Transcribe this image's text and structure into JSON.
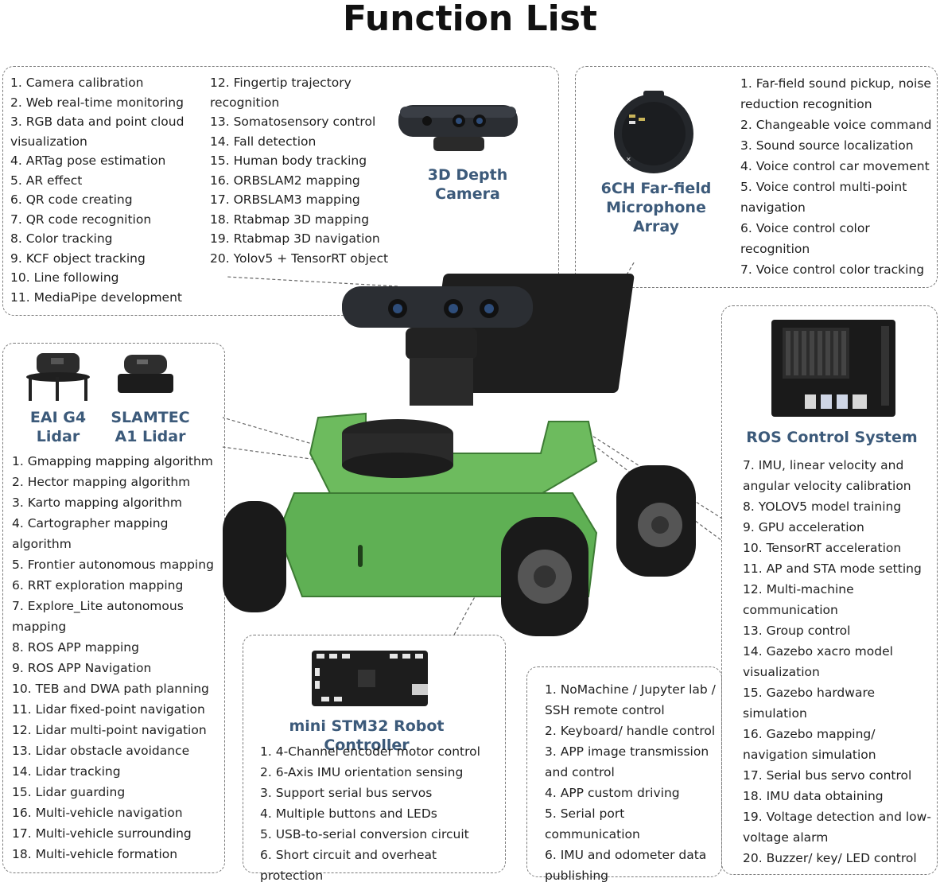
{
  "title": "Function List",
  "colors": {
    "heading_blue": "#3c5a7a",
    "robot_green": "#6dbb5e",
    "box_border": "#7a7a7a"
  },
  "software": {
    "col1": [
      "1. Camera calibration",
      "2. Web real-time monitoring",
      "3. RGB data and point cloud visualization",
      "4. ARTag pose estimation",
      "5. AR effect",
      "6. QR code creating",
      "7. QR code recognition",
      "8. Color tracking",
      "9. KCF object tracking",
      "10. Line following",
      "11. MediaPipe development"
    ],
    "col2": [
      "12. Fingertip trajectory recognition",
      "13. Somatosensory control",
      "14. Fall detection",
      "15. Human body tracking",
      "16. ORBSLAM2 mapping",
      "17. ORBSLAM3 mapping",
      "18. Rtabmap 3D mapping",
      "19. Rtabmap 3D navigation",
      "20. Yolov5 + TensorRT object"
    ]
  },
  "depth_camera": {
    "label": "3D Depth Camera"
  },
  "microphone": {
    "label": "6CH Far-field Microphone Array",
    "items": [
      "1. Far-field sound pickup, noise reduction recognition",
      "2. Changeable voice command",
      "3. Sound source localization",
      "4. Voice control car movement",
      "5. Voice control multi-point navigation",
      "6. Voice control color recognition",
      "7. Voice control color tracking"
    ]
  },
  "lidar": {
    "label_a": "EAI G4 Lidar",
    "label_b": "SLAMTEC A1 Lidar",
    "items": [
      "1. Gmapping mapping algorithm",
      "2. Hector mapping algorithm",
      "3. Karto mapping algorithm",
      "4. Cartographer mapping algorithm",
      "5. Frontier autonomous mapping",
      "6. RRT exploration mapping",
      "7. Explore_Lite autonomous mapping",
      "8. ROS APP mapping",
      "9. ROS APP Navigation",
      "10. TEB and DWA path planning",
      "11. Lidar fixed-point navigation",
      "12. Lidar multi-point navigation",
      "13. Lidar obstacle avoidance",
      "14. Lidar tracking",
      "15. Lidar guarding",
      "16. Multi-vehicle navigation",
      "17. Multi-vehicle surrounding",
      "18. Multi-vehicle formation"
    ]
  },
  "ros": {
    "label": "ROS Control System",
    "items": [
      "7. IMU, linear velocity and angular velocity calibration",
      "8. YOLOV5 model training",
      "9. GPU acceleration",
      "10. TensorRT acceleration",
      "11. AP and STA mode setting",
      "12. Multi-machine communication",
      "13. Group control",
      "14. Gazebo xacro model visualization",
      "15. Gazebo hardware simulation",
      "16. Gazebo mapping/ navigation simulation",
      "17. Serial bus servo control",
      "18. IMU data obtaining",
      "19. Voltage detection and low-voltage alarm",
      "20. Buzzer/ key/ LED control"
    ]
  },
  "remote": {
    "items": [
      "1. NoMachine / Jupyter lab / SSH remote control",
      "2. Keyboard/ handle control",
      "3. APP image transmission and control",
      "4. APP custom driving",
      "5. Serial port communication",
      "6. IMU and odometer data publishing"
    ]
  },
  "stm32": {
    "label": "mini STM32 Robot Controller",
    "items": [
      "1. 4-Channel encoder motor control",
      "2. 6-Axis IMU orientation sensing",
      "3. Support serial bus servos",
      "4. Multiple buttons and LEDs",
      "5. USB-to-serial conversion circuit",
      "6. Short circuit and overheat protection"
    ]
  }
}
